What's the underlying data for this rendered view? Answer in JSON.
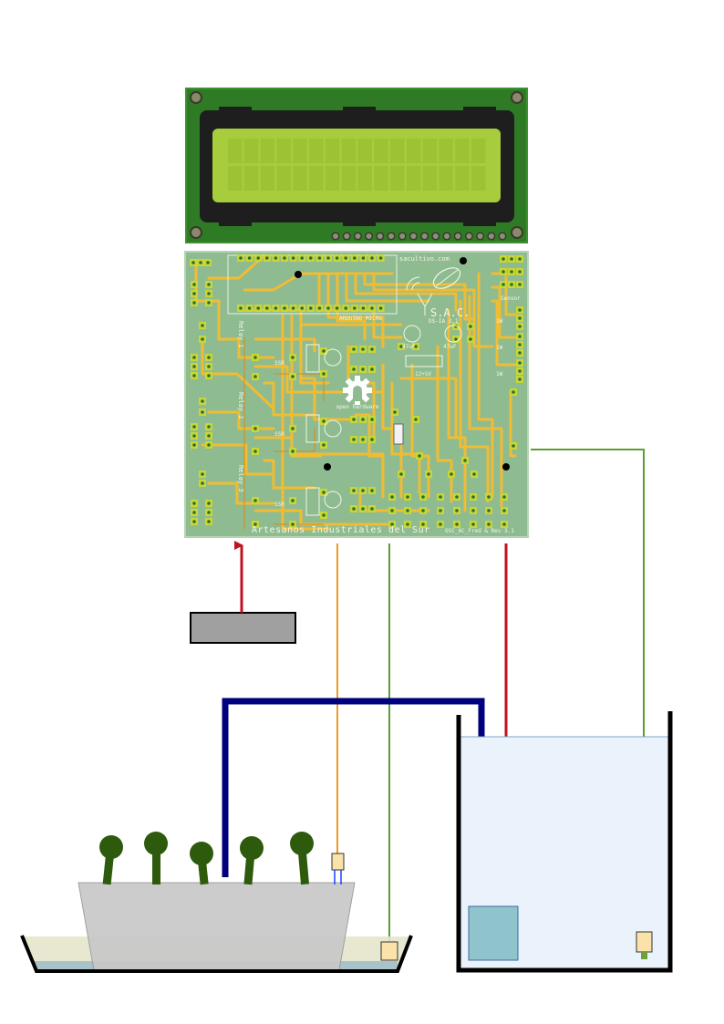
{
  "diagram": {
    "lcd": {
      "pin_count": 16
    },
    "pcb": {
      "website": "sacultivo.com",
      "logo_text": "S.A.C.",
      "version_text": "DS-IA 3.1",
      "arduino_label": "ARDUINO MICRO",
      "open_hardware_label": "open hardware",
      "cap_label": "47uF",
      "supply_label": "12+5V",
      "relay_labels": [
        "Relay 1",
        "Relay 2",
        "Relay 3"
      ],
      "ssr_label": "SSR",
      "sensor_label": "Sensor",
      "wire_labels": [
        "1W",
        "1W",
        "1W"
      ],
      "footer_text": "Artesanos Industriales del Sur",
      "footer_small": "OSC_AC_Fred & Rev 3.1"
    },
    "colors": {
      "pcb_green": "#8fbb90",
      "trace": "#f0bc34",
      "pad": "#c8d636",
      "lcd_board": "#2f7a25",
      "lcd_screen": "#a7cc3c",
      "pump_arrow": "#c0111f",
      "pipe": "#00007f",
      "sensor_wire_orange": "#f09a20",
      "sensor_wire_green": "#5b9e35",
      "water": "#eaf3fb",
      "pump": "#8fc4cc",
      "pot": "#c8c8c8",
      "plant": "#2d5a0c",
      "probe": "#fae2a8"
    },
    "icons": [
      "gear-icon",
      "leaf-icon",
      "antenna-icon"
    ]
  }
}
